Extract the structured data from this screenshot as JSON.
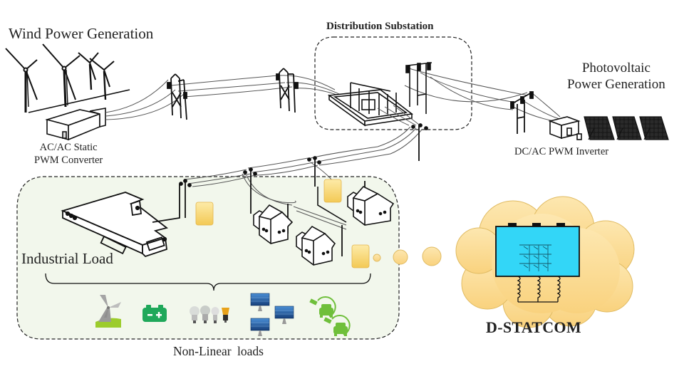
{
  "labels": {
    "wind_generation": "Wind Power Generation",
    "acac_converter": [
      "AC/AC Static",
      "PWM Converter"
    ],
    "distribution_substation": "Distribution Substation",
    "pv_generation": [
      "Photovoltaic",
      "Power Generation"
    ],
    "dcac_inverter": "DC/AC PWM Inverter",
    "industrial_load": "Industrial Load",
    "non_linear_loads": "Non-Linear  loads",
    "dstatcom": "D-STATCOM"
  },
  "non_linear_load_icons": [
    "wind-turbine-icon",
    "battery-icon",
    "light-bulbs-icon",
    "solar-panels-icon",
    "electric-vehicle-charging-icon"
  ],
  "colors": {
    "load_region_fill": "#f2f7ec",
    "meter_fill": "#f8d77a",
    "cloud_fill": "#fbdc95",
    "cloud_stroke": "#e6c36a",
    "statcom_fill": "#33d6f7",
    "icon_green": "#6fbf3b",
    "battery_green": "#1fa85a",
    "panel_blue": "#1d5fa8"
  }
}
